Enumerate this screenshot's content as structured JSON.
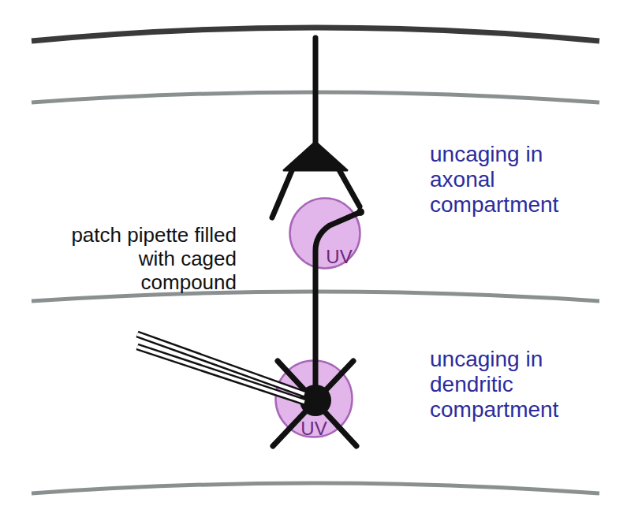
{
  "diagram": {
    "nodes": [
      {
        "text": [
          "UV"
        ]
      },
      {
        "text": [
          "UV"
        ]
      }
    ],
    "labels": [
      "uncaging in axonal compartment",
      "uncaging in dendritic compartment",
      "patch pipette filled with caged compound"
    ]
  }
}
